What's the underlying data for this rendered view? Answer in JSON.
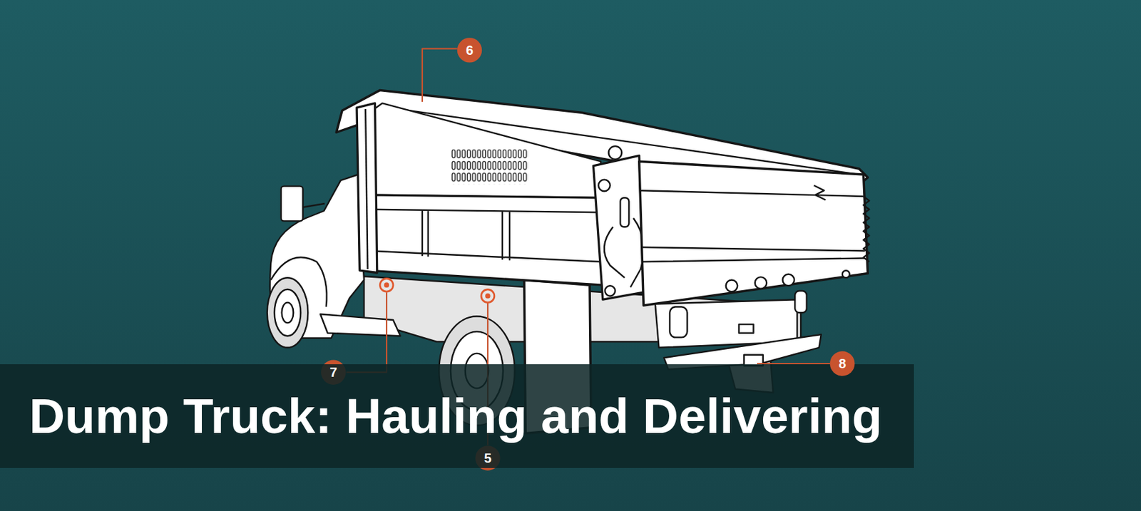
{
  "diagram": {
    "title": "Dump Truck: Hauling and Delivering",
    "labels": [
      "6",
      "8",
      "7",
      "5"
    ]
  }
}
